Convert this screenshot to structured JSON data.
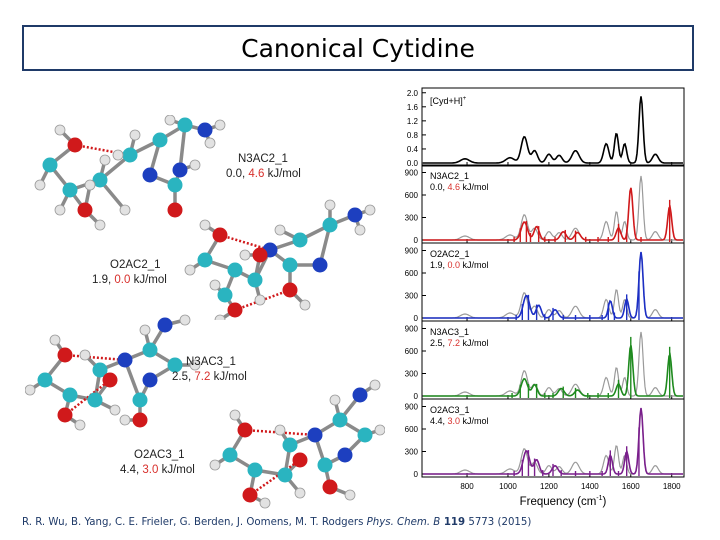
{
  "slide": {
    "title": "Canonical Cytidine",
    "citation_authors": "R. R. Wu, B. Yang, C. E. Frieler, G. Berden, J. Oomens, M. T. Rodgers ",
    "citation_journal": "Phys. Chem. B",
    "citation_volume": " 119",
    "citation_rest": " 5773 (2015)"
  },
  "conformers": [
    {
      "name": "N3AC2_1",
      "e1": "0.0",
      "sep": ", ",
      "e2": "4.6",
      "unit": " kJ/mol"
    },
    {
      "name": "O2AC2_1",
      "e1": "1.9",
      "sep": ", ",
      "e2": "0.0",
      "unit": " kJ/mol"
    },
    {
      "name": "N3AC3_1",
      "e1": "2.5",
      "sep": ", ",
      "e2": "7.2",
      "unit": " kJ/mol"
    },
    {
      "name": "O2AC3_1",
      "e1": "4.4",
      "sep": ", ",
      "e2": "3.0",
      "unit": " kJ/mol"
    }
  ],
  "colors": {
    "experimental": "#000000",
    "N3AC2_1": "#d0191b",
    "O2AC2_1": "#1c2fc4",
    "N3AC3_1": "#1e8a1e",
    "O2AC3_1": "#7a1f8c",
    "overlay": "#9a9a9a",
    "energy_highlight": "#d8302c",
    "title_border": "#1f3a68"
  },
  "chart_data": {
    "type": "line",
    "xlabel": "Frequency (cm",
    "xlabel_sup": "-1",
    "xlabel_close": ")",
    "xticks": [
      800,
      1000,
      1200,
      1400,
      1600,
      1800
    ],
    "xlim": [
      580,
      1860
    ],
    "panels": [
      {
        "name": "[Cyd+H]",
        "name_sup": "+",
        "yticks": [
          "0.0",
          "0.4",
          "0.8",
          "1.2",
          "1.6",
          "2.0"
        ],
        "ylim": [
          0,
          2.05
        ],
        "series": [
          {
            "name": "[Cyd+H]+",
            "peaks": [
              {
                "x": 790,
                "h": 0.12,
                "w": 30
              },
              {
                "x": 1010,
                "h": 0.15,
                "w": 30
              },
              {
                "x": 1080,
                "h": 0.75,
                "w": 22
              },
              {
                "x": 1130,
                "h": 0.35,
                "w": 20
              },
              {
                "x": 1200,
                "h": 0.25,
                "w": 20
              },
              {
                "x": 1250,
                "h": 0.22,
                "w": 20
              },
              {
                "x": 1330,
                "h": 0.35,
                "w": 25
              },
              {
                "x": 1480,
                "h": 0.55,
                "w": 18
              },
              {
                "x": 1530,
                "h": 0.85,
                "w": 14
              },
              {
                "x": 1570,
                "h": 0.55,
                "w": 14
              },
              {
                "x": 1650,
                "h": 1.9,
                "w": 14
              },
              {
                "x": 1720,
                "h": 0.25,
                "w": 20
              }
            ]
          }
        ]
      },
      {
        "name": "N3AC2_1",
        "energy1": "0.0",
        "energy2": "4.6",
        "energy_unit": " kJ/mol",
        "yticks": [
          "0",
          "300",
          "600",
          "900"
        ],
        "ylim": [
          0,
          960
        ],
        "sticks": [
          1030,
          1060,
          1090,
          1110,
          1150,
          1180,
          1230,
          1280,
          1330,
          1380,
          1440,
          1490,
          1540,
          1580,
          1650,
          1790
        ],
        "series": [
          {
            "name": "N3AC2_1",
            "peaks": [
              {
                "x": 1080,
                "h": 240,
                "w": 22
              },
              {
                "x": 1140,
                "h": 180,
                "w": 18
              },
              {
                "x": 1270,
                "h": 110,
                "w": 20
              },
              {
                "x": 1340,
                "h": 100,
                "w": 20
              },
              {
                "x": 1540,
                "h": 160,
                "w": 16
              },
              {
                "x": 1600,
                "h": 700,
                "w": 14
              },
              {
                "x": 1790,
                "h": 450,
                "w": 14
              }
            ]
          }
        ]
      },
      {
        "name": "O2AC2_1",
        "energy1": "1.9",
        "energy2": "0.0",
        "energy_unit": " kJ/mol",
        "yticks": [
          "0",
          "300",
          "600",
          "900"
        ],
        "ylim": [
          0,
          960
        ],
        "sticks": [
          1040,
          1070,
          1100,
          1140,
          1180,
          1220,
          1270,
          1330,
          1400,
          1460,
          1490,
          1520,
          1580,
          1640
        ],
        "series": [
          {
            "name": "O2AC2_1",
            "peaks": [
              {
                "x": 1090,
                "h": 300,
                "w": 22
              },
              {
                "x": 1150,
                "h": 170,
                "w": 18
              },
              {
                "x": 1230,
                "h": 110,
                "w": 20
              },
              {
                "x": 1500,
                "h": 230,
                "w": 14
              },
              {
                "x": 1580,
                "h": 250,
                "w": 14
              },
              {
                "x": 1650,
                "h": 880,
                "w": 14
              }
            ]
          }
        ]
      },
      {
        "name": "N3AC3_1",
        "energy1": "2.5",
        "energy2": "7.2",
        "energy_unit": " kJ/mol",
        "yticks": [
          "0",
          "300",
          "600",
          "900"
        ],
        "ylim": [
          0,
          960
        ],
        "sticks": [
          1020,
          1060,
          1100,
          1140,
          1180,
          1220,
          1270,
          1330,
          1390,
          1440,
          1490,
          1540,
          1600,
          1790
        ],
        "series": [
          {
            "name": "N3AC3_1",
            "peaks": [
              {
                "x": 1080,
                "h": 230,
                "w": 22
              },
              {
                "x": 1130,
                "h": 150,
                "w": 18
              },
              {
                "x": 1260,
                "h": 100,
                "w": 20
              },
              {
                "x": 1340,
                "h": 80,
                "w": 20
              },
              {
                "x": 1540,
                "h": 160,
                "w": 16
              },
              {
                "x": 1600,
                "h": 680,
                "w": 14
              },
              {
                "x": 1790,
                "h": 560,
                "w": 14
              }
            ]
          }
        ]
      },
      {
        "name": "O2AC3_1",
        "energy1": "4.4",
        "energy2": "3.0",
        "energy_unit": " kJ/mol",
        "yticks": [
          "0",
          "300",
          "600",
          "900"
        ],
        "ylim": [
          0,
          960
        ],
        "sticks": [
          1030,
          1070,
          1100,
          1130,
          1170,
          1220,
          1260,
          1330,
          1400,
          1460,
          1500,
          1540,
          1580,
          1640
        ],
        "series": [
          {
            "name": "O2AC3_1",
            "peaks": [
              {
                "x": 1090,
                "h": 310,
                "w": 22
              },
              {
                "x": 1140,
                "h": 190,
                "w": 18
              },
              {
                "x": 1230,
                "h": 110,
                "w": 20
              },
              {
                "x": 1500,
                "h": 250,
                "w": 14
              },
              {
                "x": 1580,
                "h": 300,
                "w": 14
              },
              {
                "x": 1650,
                "h": 880,
                "w": 14
              }
            ]
          }
        ]
      }
    ]
  }
}
